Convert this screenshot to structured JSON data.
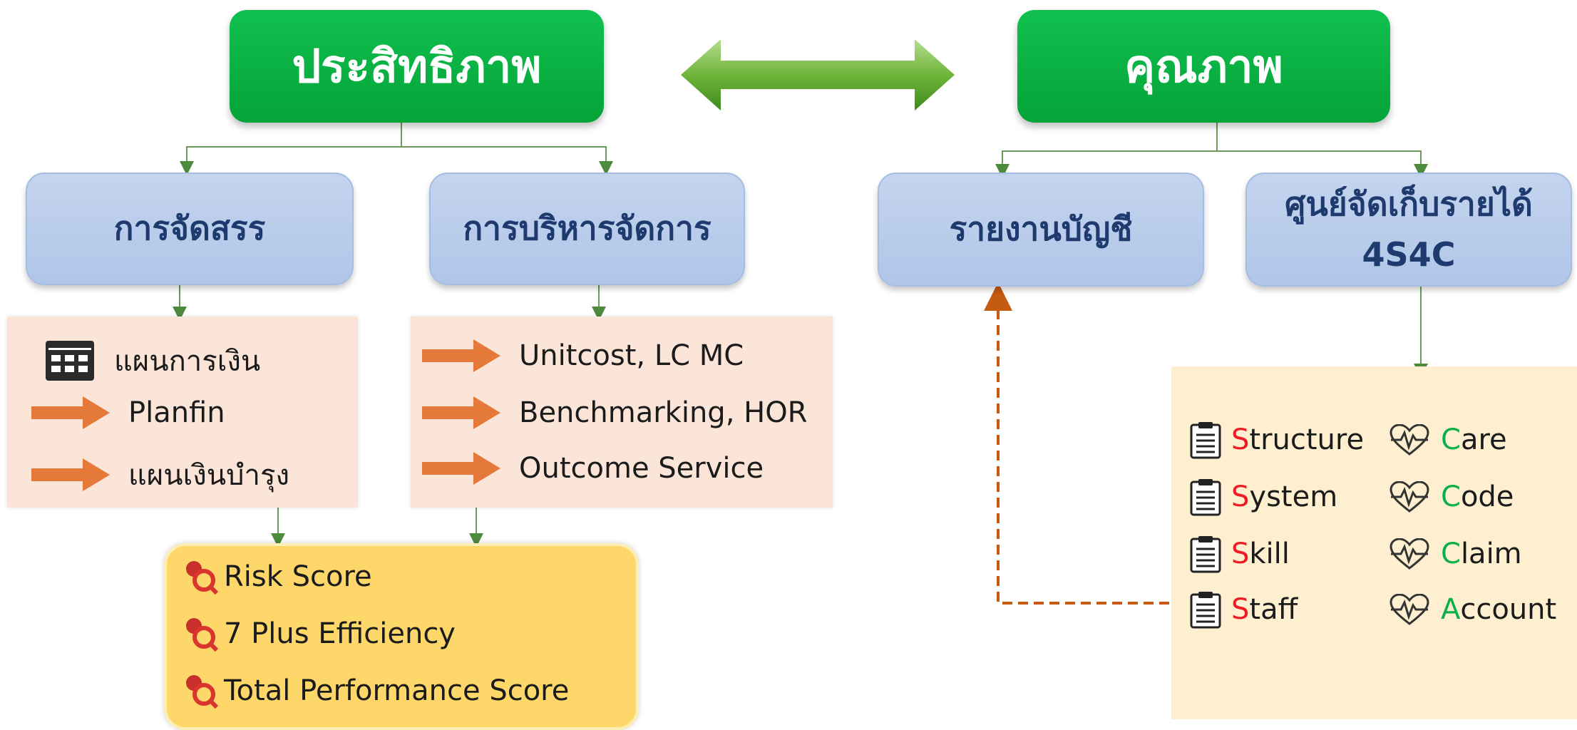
{
  "top": {
    "left_title": "ประสิทธิภาพ",
    "right_title": "คุณภาพ"
  },
  "level2": {
    "allocation": "การจัดสรร",
    "management": "การบริหารจัดการ",
    "accounting": "รายงานบัญชี",
    "revenue_line1": "ศูนย์จัดเก็บรายได้",
    "revenue_line2": "4S4C"
  },
  "allocation_items": [
    "แผนการเงิน",
    "Planfin",
    "แผนเงินบำรุง"
  ],
  "management_items": [
    "Unitcost, LC MC",
    "Benchmarking, HOR",
    "Outcome Service"
  ],
  "score_items": [
    "Risk Score",
    "7 Plus Efficiency",
    "Total Performance Score"
  ],
  "s_items": [
    {
      "initial": "S",
      "rest": "tructure"
    },
    {
      "initial": "S",
      "rest": "ystem"
    },
    {
      "initial": "S",
      "rest": "kill"
    },
    {
      "initial": "S",
      "rest": "taff"
    }
  ],
  "c_items": [
    {
      "initial": "C",
      "rest": "are"
    },
    {
      "initial": "C",
      "rest": "ode"
    },
    {
      "initial": "C",
      "rest": "laim"
    },
    {
      "initial": "A",
      "rest": "ccount"
    }
  ],
  "icons": {
    "double_arrow": "double-arrow-icon",
    "calendar": "calendar-icon",
    "arrow": "arrow-right-icon",
    "pin": "pin-icon",
    "clipboard": "clipboard-icon",
    "heartbeat": "heartbeat-icon"
  },
  "colors": {
    "green": "#07a93f",
    "blue_box": "#b8cceb",
    "navy_text": "#1f3a6e",
    "peach": "#fbe5d8",
    "yellow": "#fdd76a",
    "cream": "#fdefcf",
    "arrow_orange": "#e5793a",
    "red_letter": "#ee1c25",
    "green_letter": "#0cb04a",
    "dashed_line": "#c55a11"
  }
}
